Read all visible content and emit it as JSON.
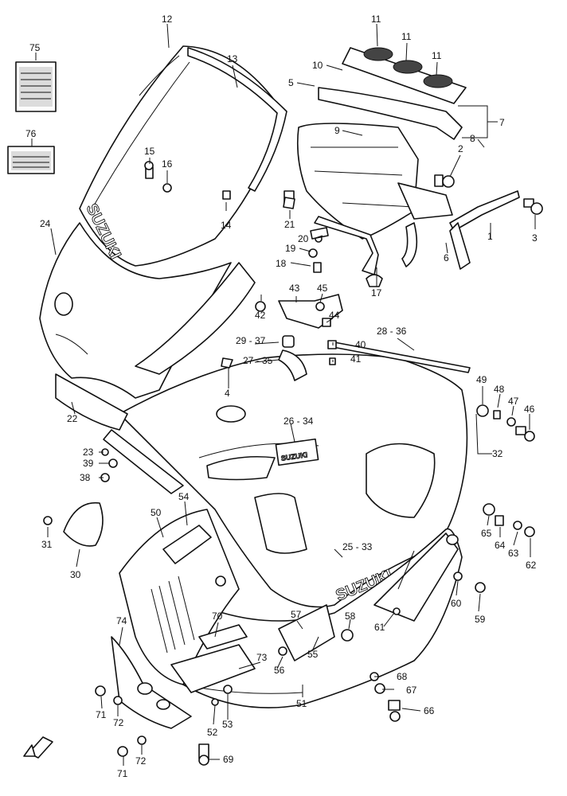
{
  "logos": {
    "screen": "SUZUKI",
    "cowl": "SUZUKI"
  },
  "callouts": {
    "c1": "1",
    "c2": "2",
    "c3": "3",
    "c4": "4",
    "c5": "5",
    "c6": "6",
    "c7": "7",
    "c8": "8",
    "c9": "9",
    "c10": "10",
    "c11a": "11",
    "c11b": "11",
    "c11c": "11",
    "c12": "12",
    "c13": "13",
    "c14": "14",
    "c15": "15",
    "c16": "16",
    "c17": "17",
    "c18": "18",
    "c19": "19",
    "c20": "20",
    "c21": "21",
    "c22": "22",
    "c23": "23",
    "c24": "24",
    "c25_33": "25 - 33",
    "c26_34": "26 - 34",
    "c27_35": "27 - 35",
    "c28_36": "28 - 36",
    "c29_37": "29 - 37",
    "c30": "30",
    "c31": "31",
    "c32": "32",
    "c38": "38",
    "c39": "39",
    "c40": "40",
    "c41": "41",
    "c42": "42",
    "c43": "43",
    "c44": "44",
    "c45": "45",
    "c46": "46",
    "c47": "47",
    "c48": "48",
    "c49": "49",
    "c50": "50",
    "c51": "51",
    "c52": "52",
    "c53": "53",
    "c54": "54",
    "c55": "55",
    "c56": "56",
    "c57": "57",
    "c58": "58",
    "c59": "59",
    "c60": "60",
    "c61": "61",
    "c62": "62",
    "c63": "63",
    "c64": "64",
    "c65": "65",
    "c66": "66",
    "c67": "67",
    "c68": "68",
    "c69": "69",
    "c70": "70",
    "c71a": "71",
    "c71b": "71",
    "c72a": "72",
    "c72b": "72",
    "c73": "73",
    "c74": "74",
    "c75": "75",
    "c76": "76"
  }
}
